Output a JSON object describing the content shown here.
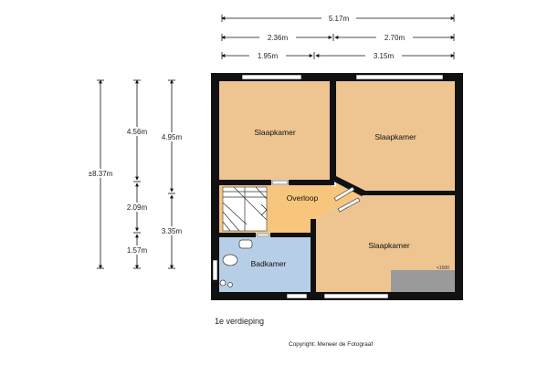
{
  "dimensions": {
    "total_width": "5.17m",
    "width_left": "2.36m",
    "width_right": "2.70m",
    "width_left_inner": "1.95m",
    "width_right_inner": "3.15m",
    "total_depth": "±8.37m",
    "depth_a1": "4.56m",
    "depth_a2": "2.09m",
    "depth_a3": "1.57m",
    "depth_b1": "4.95m",
    "depth_b2": "3.35m"
  },
  "rooms": {
    "bedroom_top_left": "Slaapkamer",
    "bedroom_top_right": "Slaapkamer",
    "landing": "Overloop",
    "bedroom_bottom": "Slaapkamer",
    "bathroom": "Badkamer"
  },
  "ceiling_note": "<1500",
  "floor_label": "1e verdieping",
  "copyright": "Copyright: Meneer de Fotograaf",
  "colors": {
    "bedroom": "#eec590",
    "landing": "#f7c57c",
    "bathroom": "#b7cfe6",
    "walls": "#111111",
    "low_ceiling": "#9a9a9a"
  }
}
